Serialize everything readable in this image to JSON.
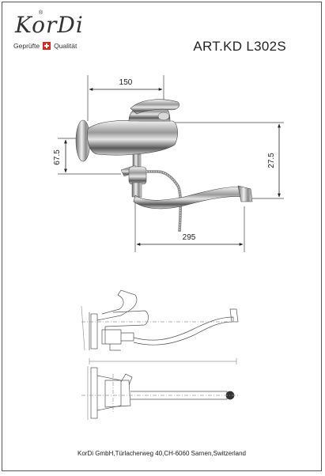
{
  "brand": {
    "logo_text": "KorDi",
    "registered": "®",
    "quality_left": "Geprüfte",
    "quality_right": "Qualität"
  },
  "article": "ART.KD L302S",
  "dimensions": {
    "width_top": "150",
    "height_left": "67.5",
    "height_right": "27.5",
    "reach": "295"
  },
  "footer": "KorDi GmbH,Türlacherweg 40,CH-6060 Sarnen,Switzerland",
  "colors": {
    "swiss_red": "#d52b1e",
    "line": "#333333"
  }
}
